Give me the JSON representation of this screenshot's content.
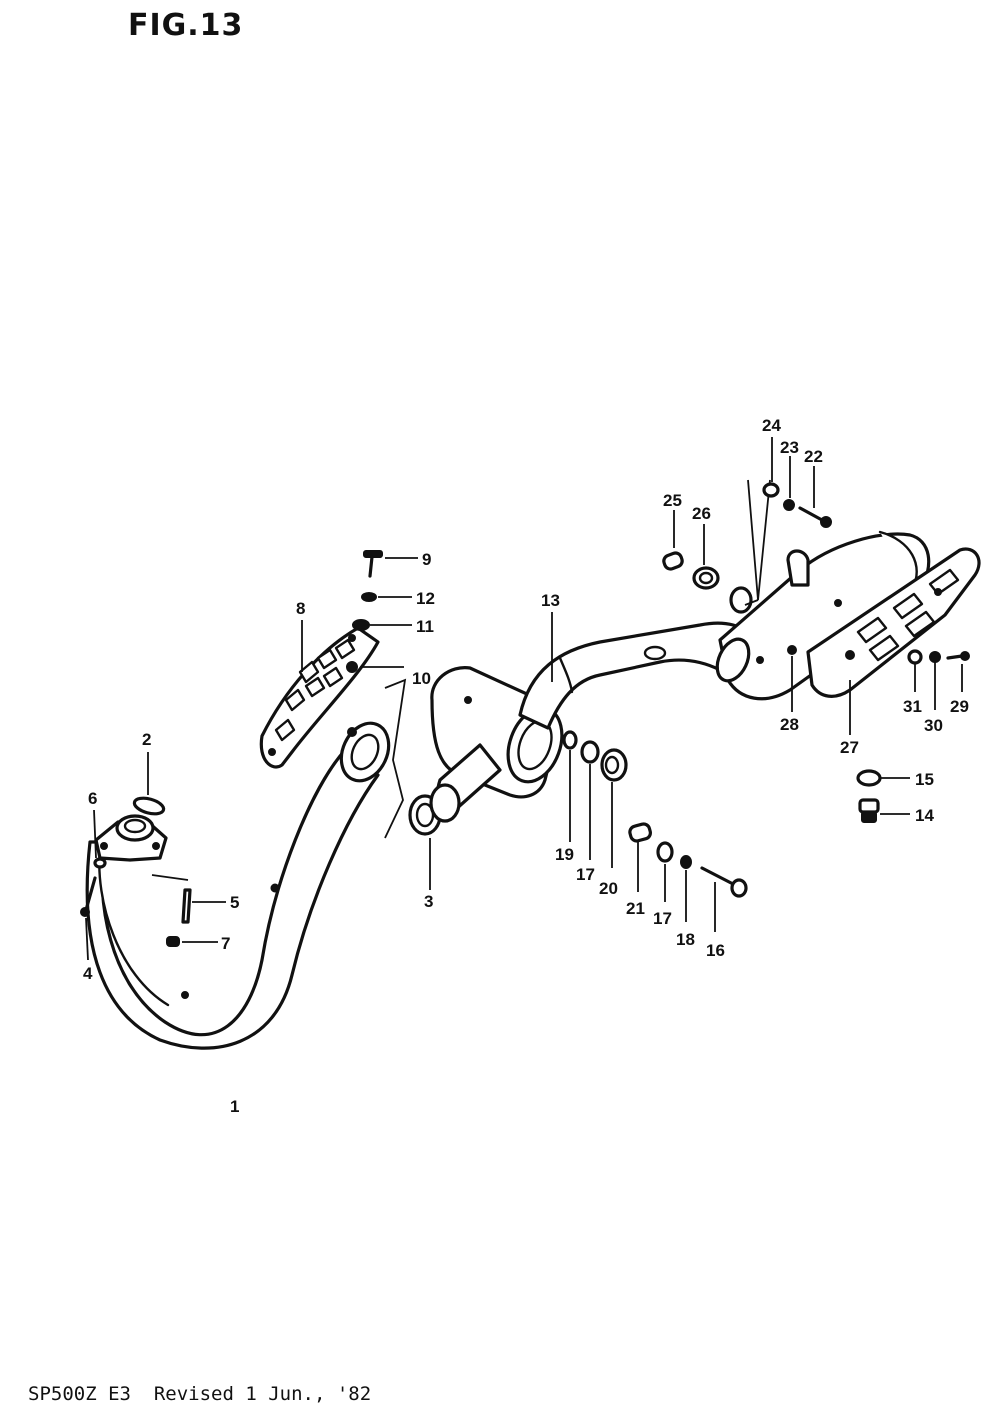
{
  "figure": {
    "title": "FIG.13",
    "footer": "SP500Z E3  Revised 1 Jun., '82"
  },
  "callouts": {
    "c1": "1",
    "c2": "2",
    "c3": "3",
    "c4": "4",
    "c5": "5",
    "c6": "6",
    "c7": "7",
    "c8": "8",
    "c9": "9",
    "c10": "10",
    "c11": "11",
    "c12": "12",
    "c13": "13",
    "c14": "14",
    "c15": "15",
    "c16": "16",
    "c17a": "17",
    "c17b": "17",
    "c18": "18",
    "c19": "19",
    "c20": "20",
    "c21": "21",
    "c22": "22",
    "c23": "23",
    "c24": "24",
    "c25": "25",
    "c26": "26",
    "c27": "27",
    "c28": "28",
    "c29": "29",
    "c30": "30",
    "c31": "31"
  }
}
